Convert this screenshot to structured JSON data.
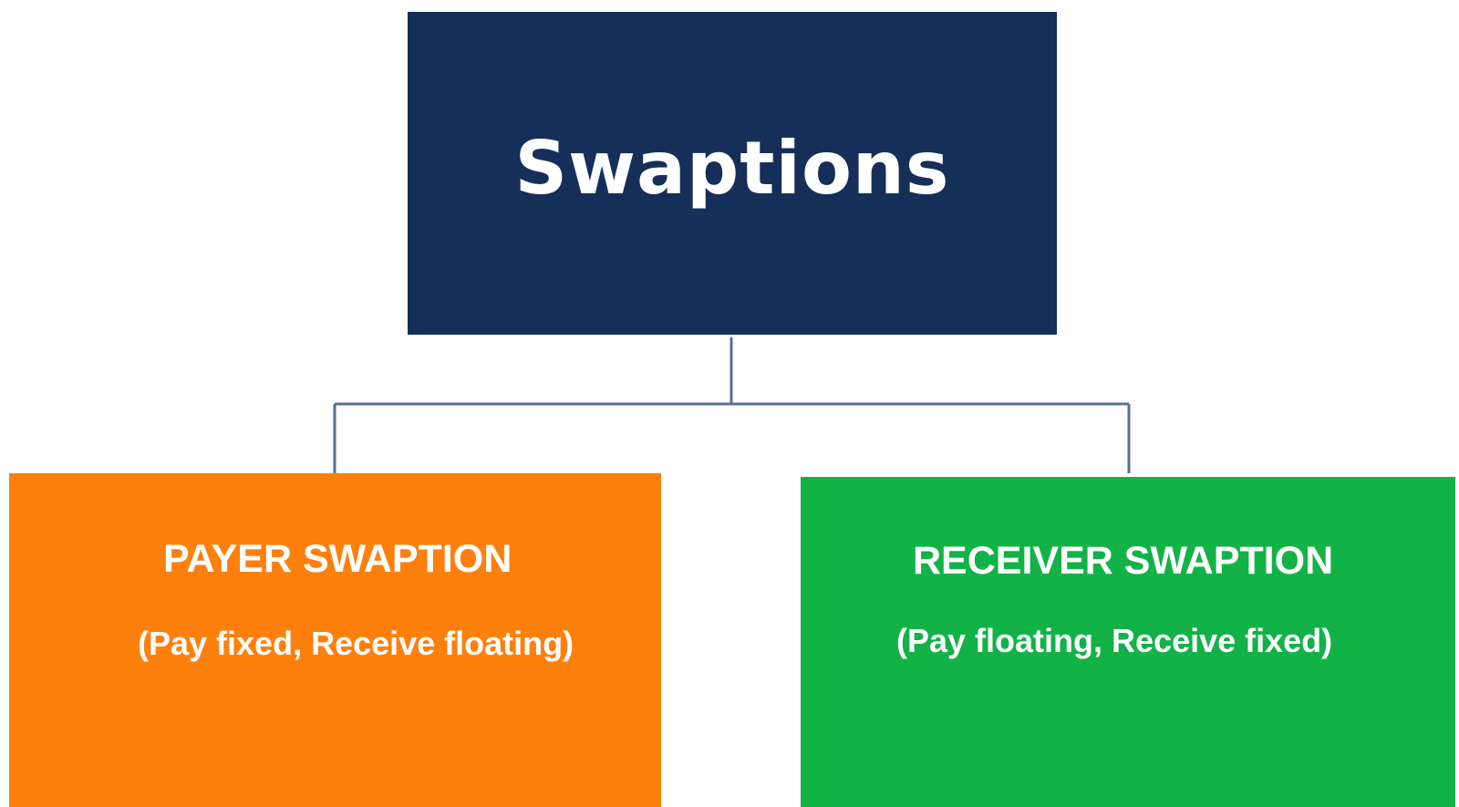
{
  "diagram": {
    "root": {
      "title": "Swaptions",
      "color": "#162f59"
    },
    "children": [
      {
        "title": "PAYER SWAPTION",
        "subtitle": "(Pay fixed, Receive floating)",
        "color": "#fd800d"
      },
      {
        "title": "RECEIVER SWAPTION",
        "subtitle": "(Pay floating, Receive fixed)",
        "color": "#12b247"
      }
    ],
    "connector_color": "#5a6f93"
  }
}
